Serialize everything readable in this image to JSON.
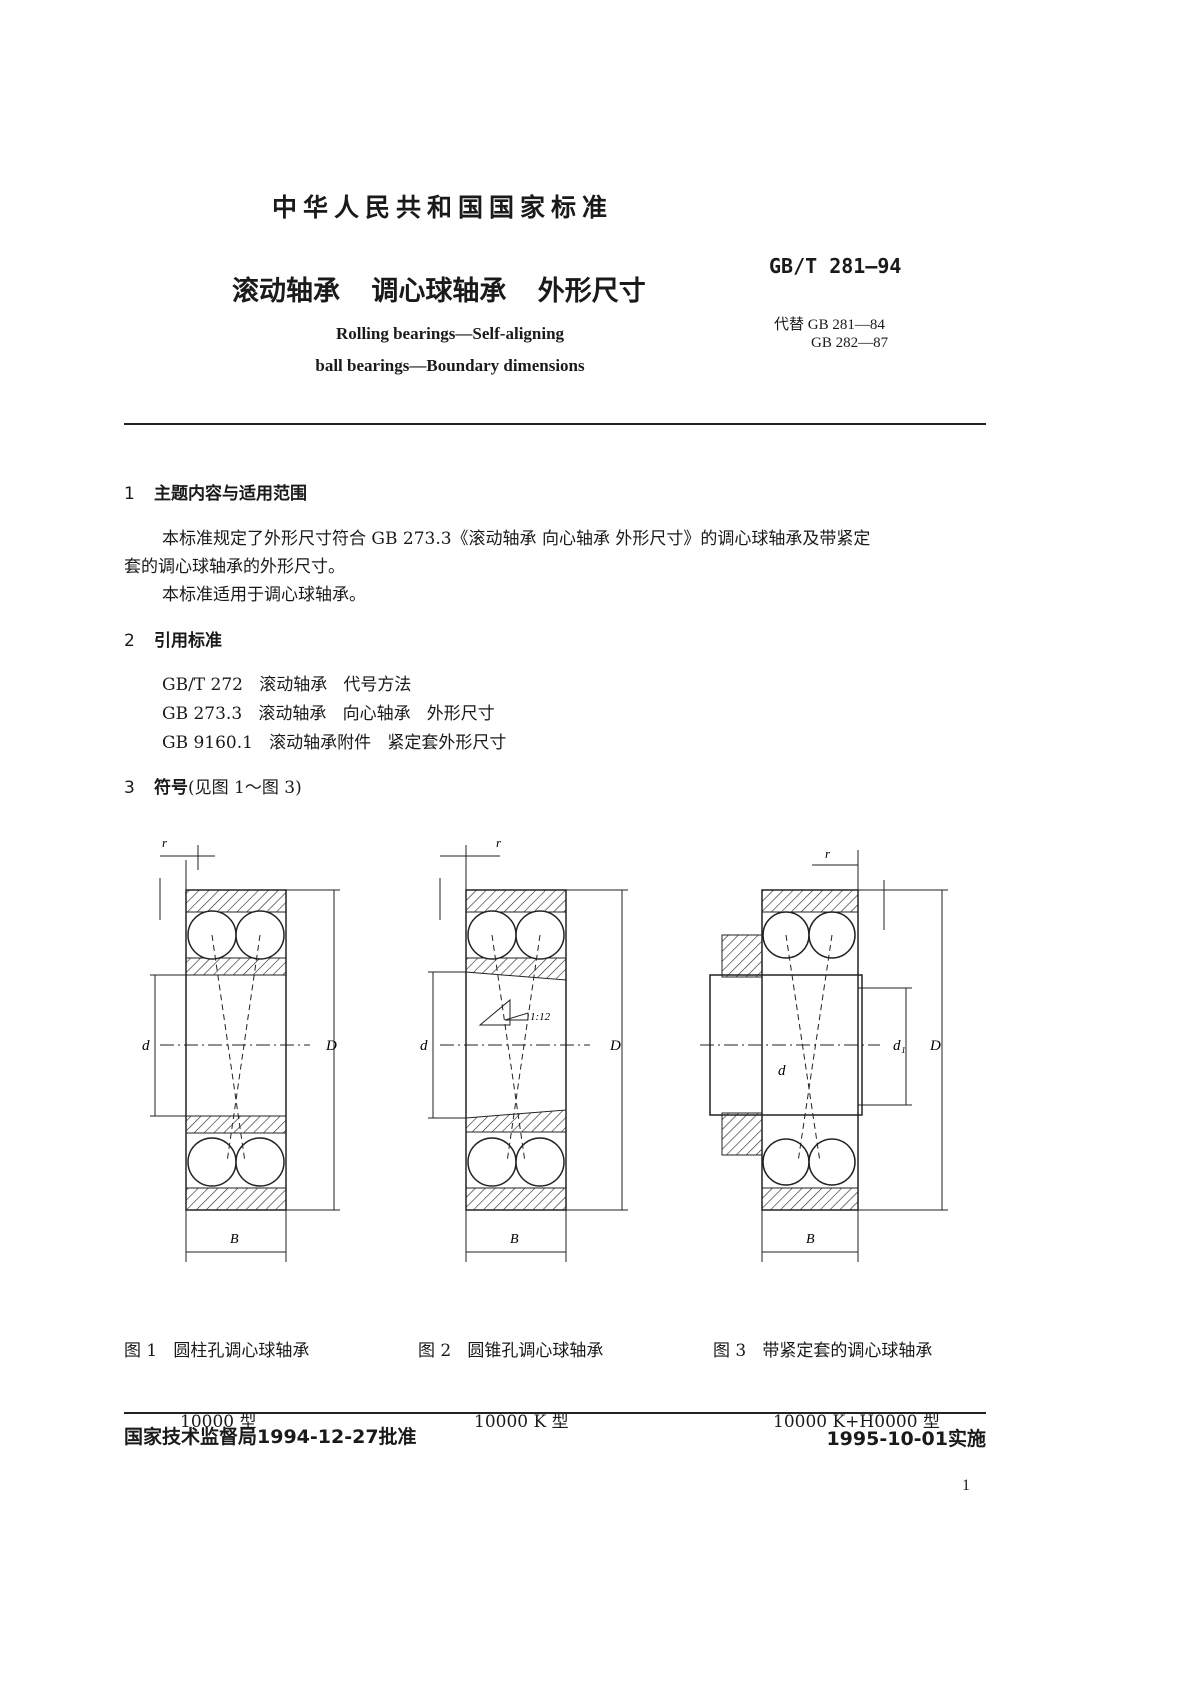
{
  "header": {
    "national_standard": "中华人民共和国国家标准",
    "cn_title": "滚动轴承 调心球轴承 外形尺寸",
    "standard_number": "GB/T 281—94",
    "en_title_line1": "Rolling bearings—Self-aligning",
    "en_title_line2": "ball bearings—Boundary dimensions",
    "replaces_line1": "代替 GB 281—84",
    "replaces_line2": "GB 282—87"
  },
  "sections": {
    "s1": {
      "num": "1",
      "title": "主题内容与适用范围",
      "p1_line1": "本标准规定了外形尺寸符合 GB 273.3《滚动轴承 向心轴承 外形尺寸》的调心球轴承及带紧定",
      "p1_line2": "套的调心球轴承的外形尺寸。",
      "p2": "本标准适用于调心球轴承。"
    },
    "s2": {
      "num": "2",
      "title": "引用标准",
      "refs": [
        "GB/T 272   滚动轴承   代号方法",
        "GB 273.3   滚动轴承   向心轴承   外形尺寸",
        "GB 9160.1   滚动轴承附件   紧定套外形尺寸"
      ]
    },
    "s3": {
      "num": "3",
      "title": "符号",
      "note": "(见图 1～图 3)"
    }
  },
  "figures": [
    {
      "caption_line1": "图 1   圆柱孔调心球轴承",
      "caption_line2": "10000 型",
      "labels": {
        "r": "r",
        "d": "d",
        "D": "D",
        "B": "B"
      }
    },
    {
      "caption_line1": "图 2   圆锥孔调心球轴承",
      "caption_line2": "10000 K 型",
      "labels": {
        "r": "r",
        "d": "d",
        "D": "D",
        "B": "B",
        "taper": "1:12"
      }
    },
    {
      "caption_line1": "图 3   带紧定套的调心球轴承",
      "caption_line2": "10000 K+H0000 型",
      "labels": {
        "r": "r",
        "d": "d",
        "d1": "d₁",
        "D": "D",
        "B": "B"
      }
    }
  ],
  "footer": {
    "approval": "国家技术监督局1994-12-27批准",
    "implementation": "1995-10-01实施",
    "page_number": "1"
  }
}
